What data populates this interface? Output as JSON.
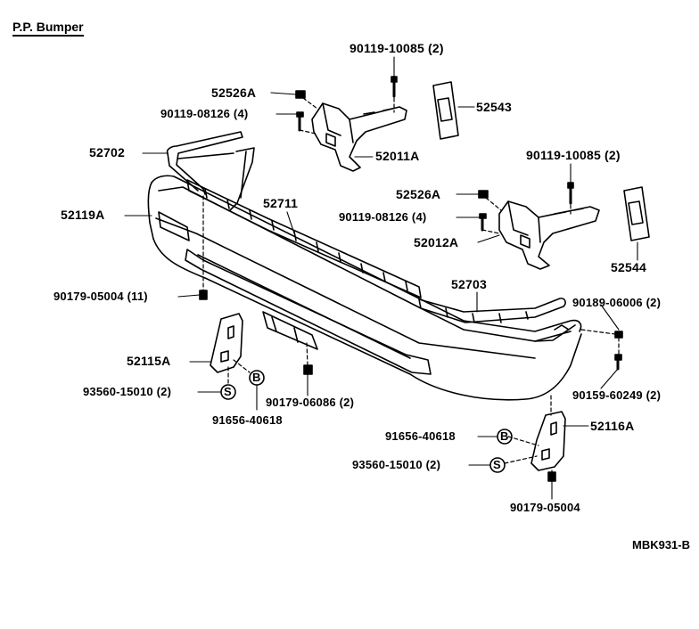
{
  "title": "P.P. Bumper",
  "reference": "MBK931-B",
  "symbols": {
    "s": "S",
    "b": "B"
  },
  "labels": [
    "90119-10085 (2)",
    "52526A",
    "90119-08126 (4)",
    "52543",
    "52702",
    "52011A",
    "90119-10085 (2)",
    "52119A",
    "52711",
    "52526A",
    "90119-08126 (4)",
    "52012A",
    "52544",
    "90179-05004 (11)",
    "52703",
    "90189-06006 (2)",
    "52115A",
    "93560-15010 (2)",
    "90179-06086 (2)",
    "91656-40618",
    "90159-60249 (2)",
    "91656-40618",
    "52116A",
    "93560-15010 (2)",
    "90179-05004"
  ]
}
